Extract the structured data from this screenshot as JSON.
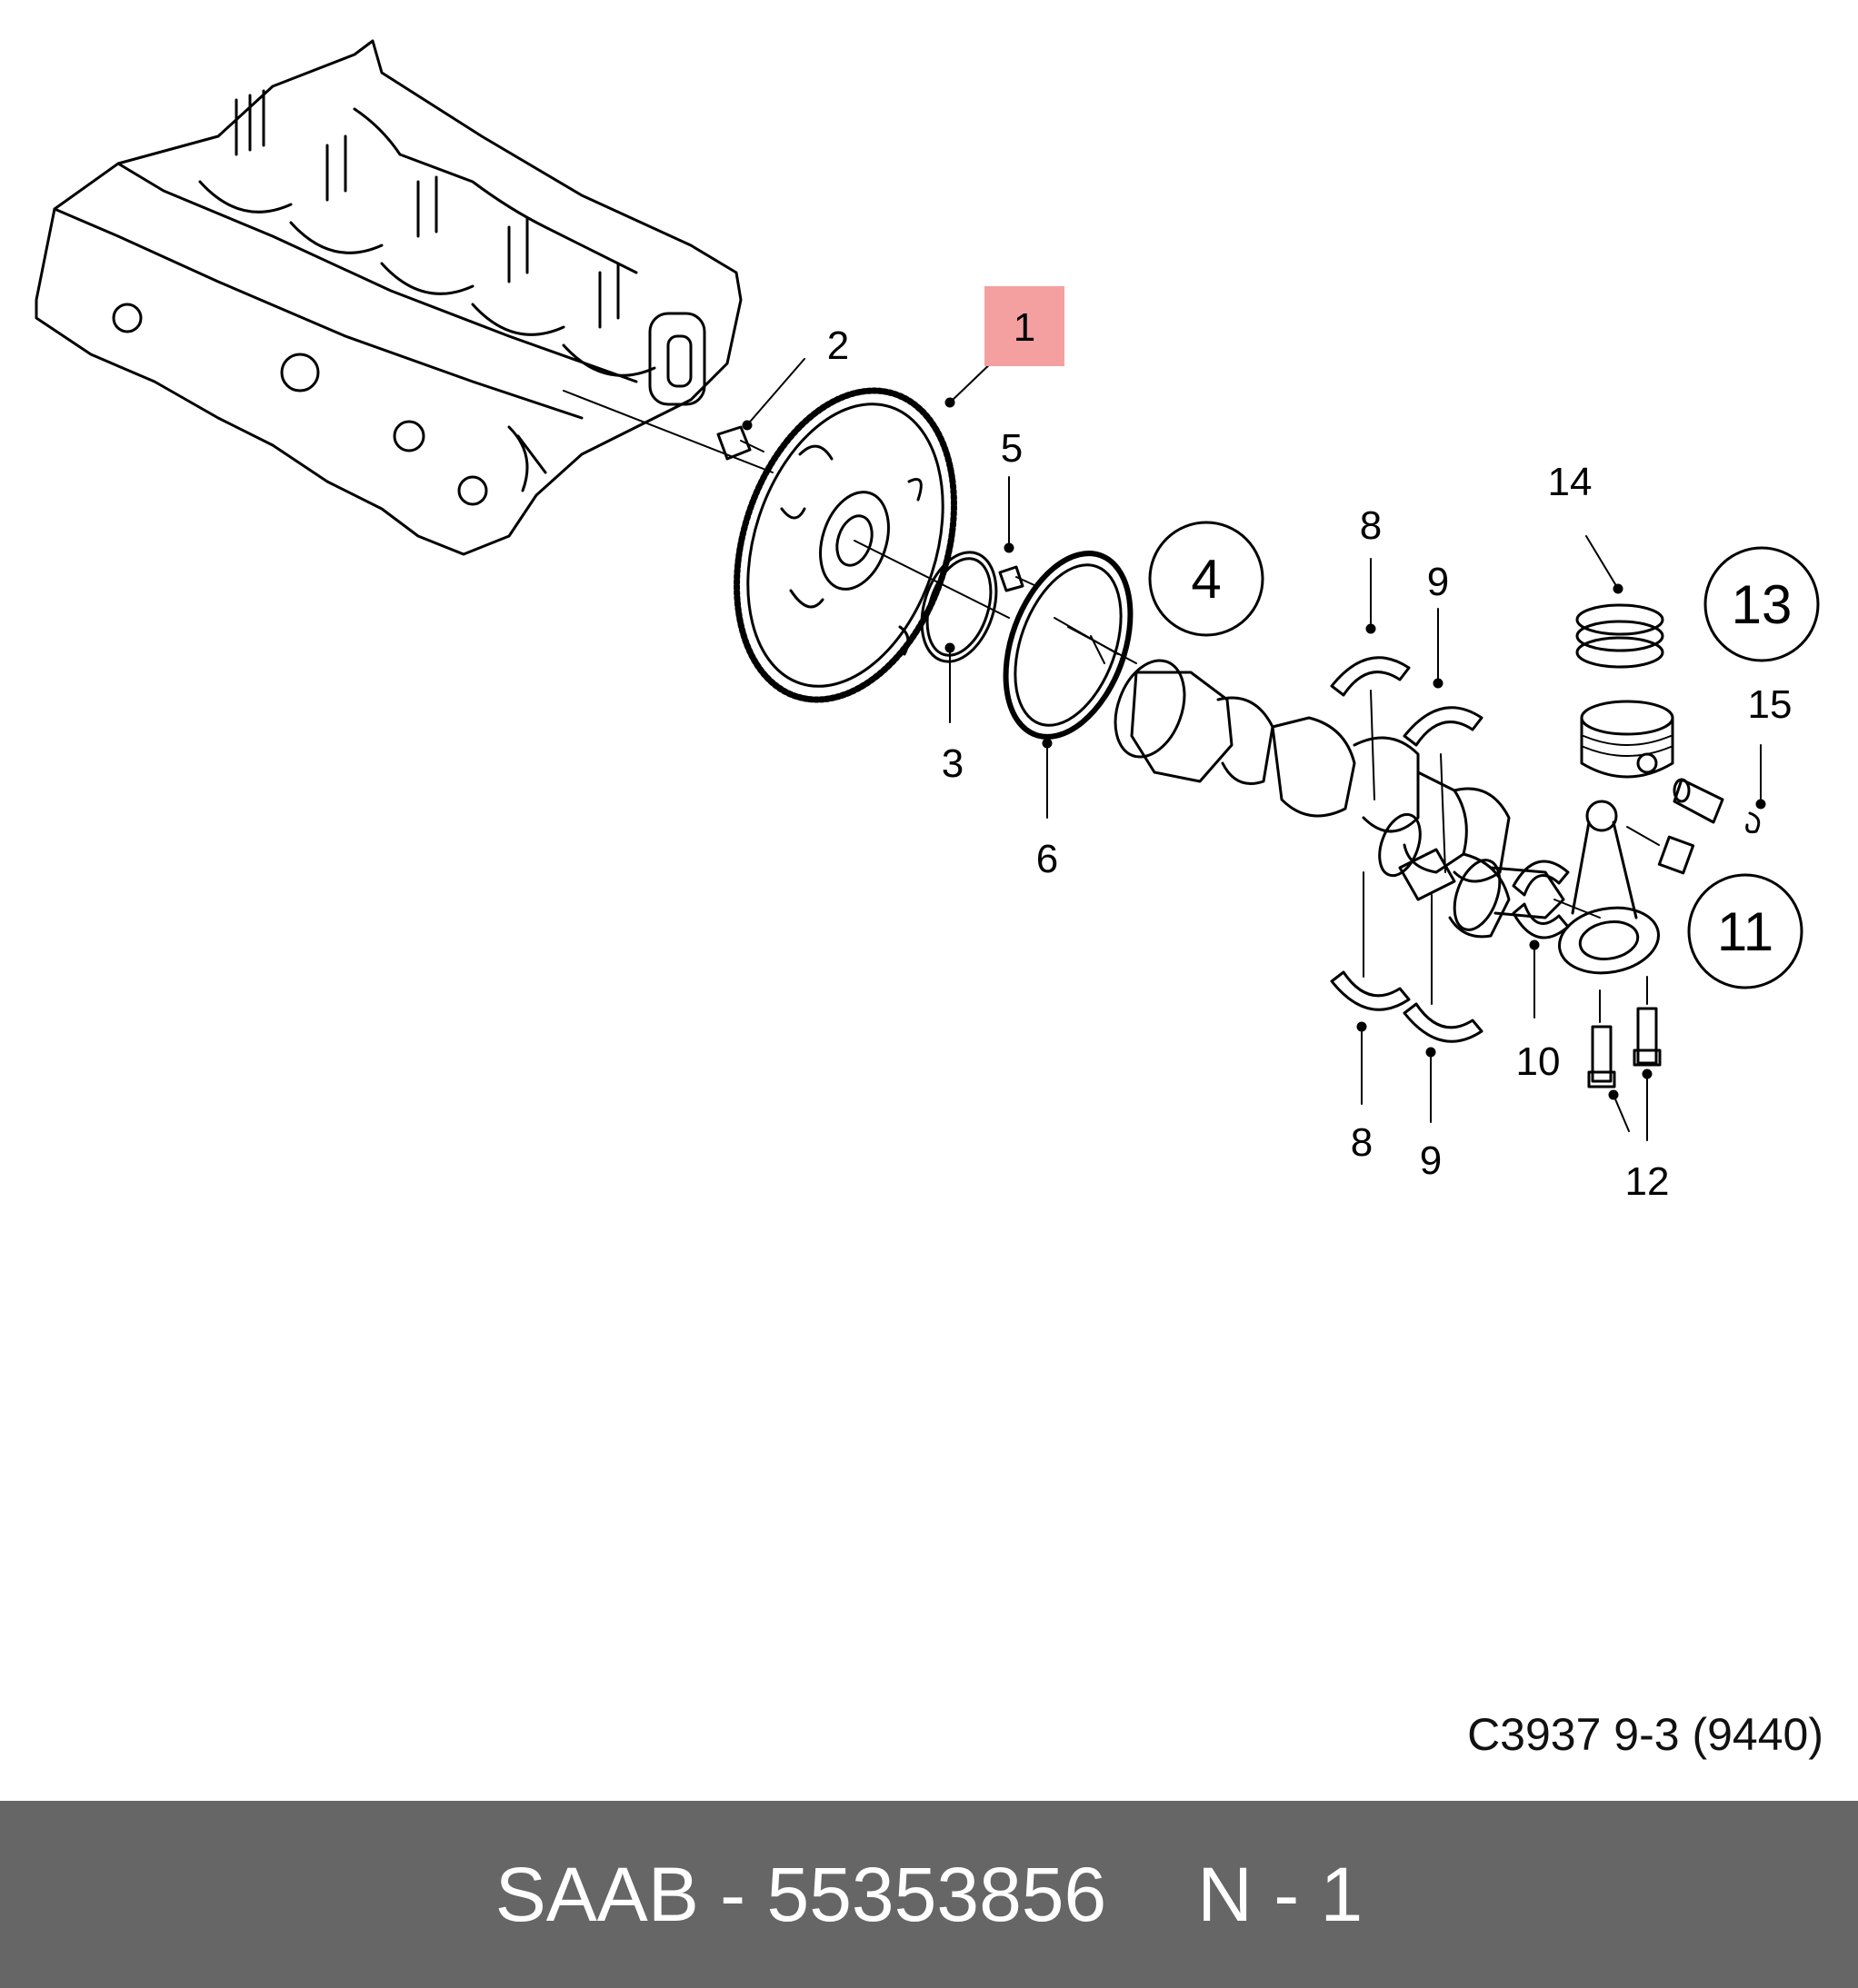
{
  "callouts": {
    "c1": "1",
    "c2": "2",
    "c3": "3",
    "c4": "4",
    "c5": "5",
    "c6": "6",
    "c8a": "8",
    "c8b": "8",
    "c9a": "9",
    "c9b": "9",
    "c10": "10",
    "c11": "11",
    "c12": "12",
    "c13": "13",
    "c14": "14",
    "c15": "15"
  },
  "highlight_color": "#f4a0a0",
  "reference_code": "C3937 9-3 (9440)",
  "footer": {
    "part": "SAAB - 55353856",
    "qty": "N - 1"
  }
}
